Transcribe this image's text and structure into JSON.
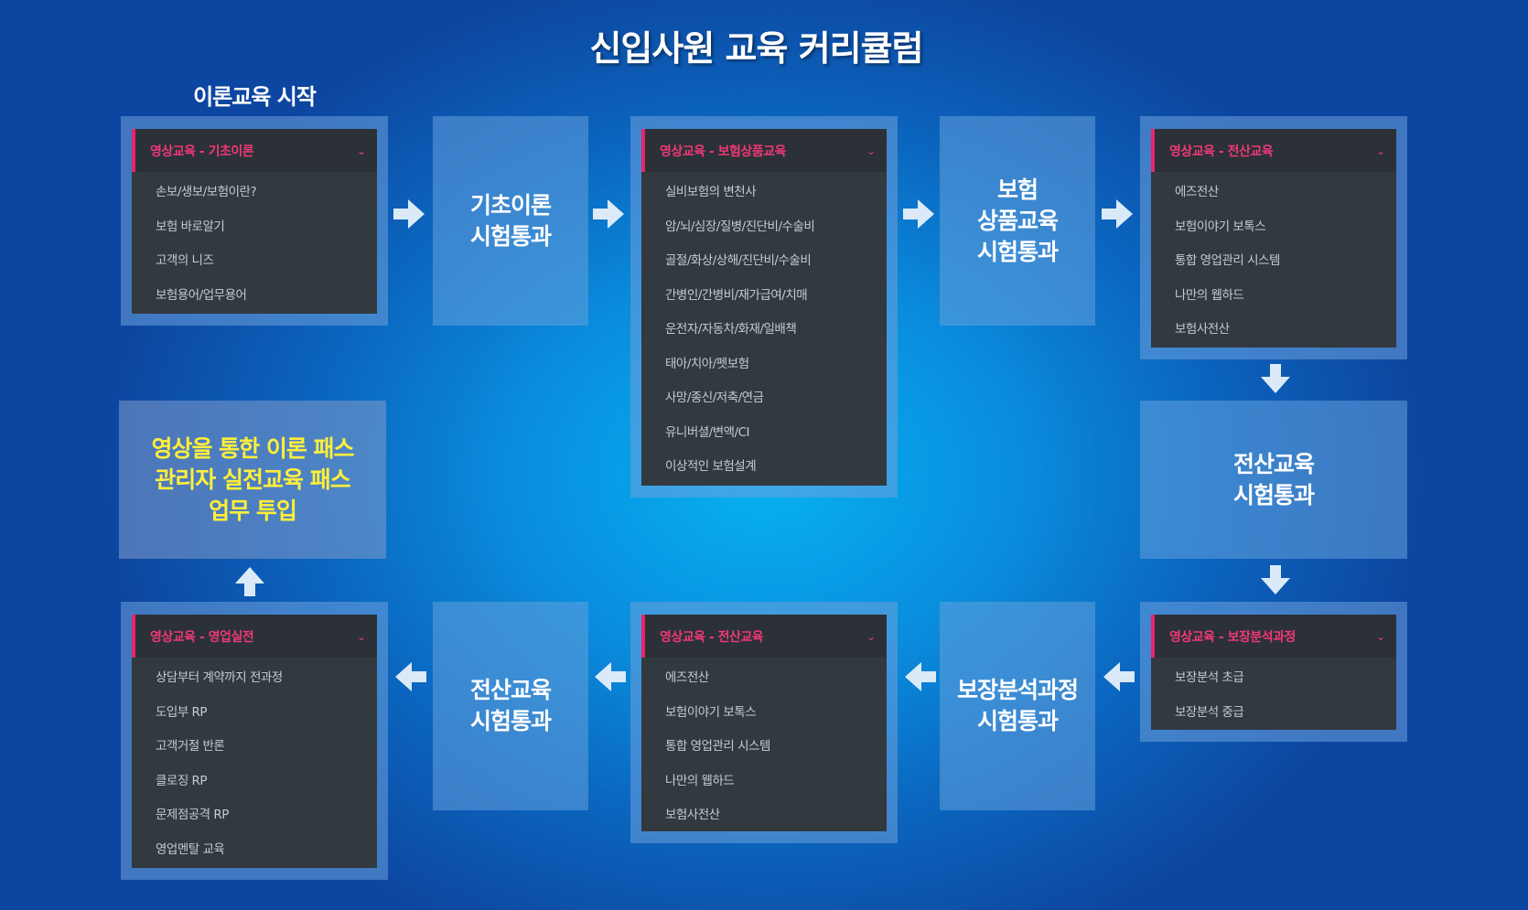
{
  "title": "신입사원 교육 커리큘럼",
  "start_label": "이론교육 시작",
  "cards": {
    "basic": {
      "header": "영상교육 - 기초이론",
      "items": [
        "손보/생보/보험이란?",
        "보험 바로알기",
        "고객의 니즈",
        "보험용어/업무용어"
      ]
    },
    "product": {
      "header": "영상교육 - 보험상품교육",
      "items": [
        "실비보험의 변천사",
        "암/뇌/심장/질병/진단비/수술비",
        "골절/화상/상해/진단비/수술비",
        "간병인/간병비/재가급여/치매",
        "운전자/자동차/화재/일배책",
        "태아/치아/펫보험",
        "사망/종신/저축/연금",
        "유니버셜/변액/CI",
        "이상적인 보험설계"
      ]
    },
    "it_top": {
      "header": "영상교육 - 전산교육",
      "items": [
        "에즈전산",
        "보험이야기 보톡스",
        "통합 영업관리 시스템",
        "나만의 웹하드",
        "보험사전산"
      ]
    },
    "coverage": {
      "header": "영상교육 - 보장분석과정",
      "items": [
        "보장분석 초급",
        "보장분석 중급"
      ]
    },
    "it_bottom": {
      "header": "영상교육 - 전산교육",
      "items": [
        "에즈전산",
        "보험이야기 보톡스",
        "통합 영업관리 시스템",
        "나만의 웹하드",
        "보험사전산"
      ]
    },
    "sales": {
      "header": "영상교육 - 영업실전",
      "items": [
        "상담부터 계약까지 전과정",
        "도입부 RP",
        "고객거절 반론",
        "클로징 RP",
        "문제점공격 RP",
        "영업멘탈 교육"
      ]
    }
  },
  "passes": {
    "basic": "기초이론\n시험통과",
    "product": "보험\n상품교육\n시험통과",
    "it_right": "전산교육\n시험통과",
    "coverage": "보장분석과정\n시험통과",
    "it_left": "전산교육\n시험통과",
    "final": "영상을 통한 이론 패스\n관리자 실전교육 패스\n업무 투입"
  },
  "colors": {
    "accent": "#e8246d",
    "card_bg": "#32393f",
    "highlight_text": "#ffef3a"
  },
  "icons": {
    "chevron": "chevron-down-icon",
    "arrow": "arrow-icon"
  }
}
